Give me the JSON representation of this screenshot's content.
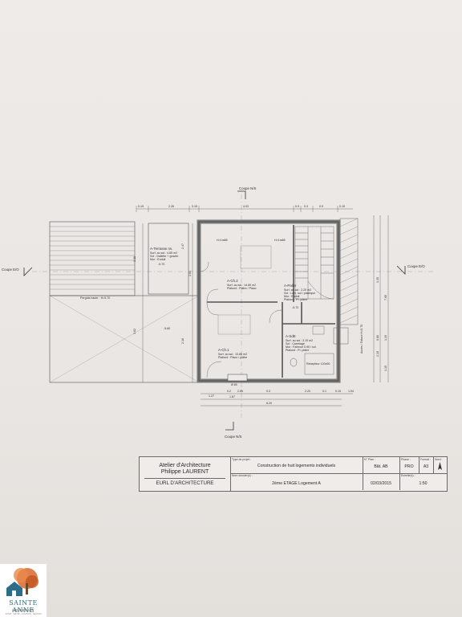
{
  "plan": {
    "section_marks": {
      "top": "Coupe N/S",
      "bottom": "Coupe N/S",
      "left": "Coupe E/O",
      "right": "Coupe E/O"
    },
    "rooms": [
      {
        "id": "terrasse",
        "name": "A-Terrasse ns.",
        "details": [
          "Surf. au sol : 4.85 m2",
          "Sol : Dallette + gravier",
          "Mur : Enduit"
        ]
      },
      {
        "id": "ch2",
        "name": "A-Ch.2",
        "details": [
          "Surf. au sol : 14.80 m2",
          "Plafond : Plâtre / Placo"
        ]
      },
      {
        "id": "ch1",
        "name": "A-Ch.1",
        "details": [
          "Surf. au sol : 13.80 m2",
          "Plafond : Placo / plâtre"
        ]
      },
      {
        "id": "palier",
        "name": "A-Palier",
        "details": [
          "Surf. au sol : 2.20 m2",
          "Sol : Lam. sol / plastique",
          "Mur : Enduit",
          "Plafond : Pl. plâtre"
        ]
      },
      {
        "id": "sdb",
        "name": "A-SdE",
        "details": [
          "Surf. au sol : 3.10 m2",
          "Sol : Carrelage",
          "Mur : Faïence 0.90 / sol",
          "Plafond : Pl. plâtre"
        ]
      }
    ],
    "labels": {
      "hsp1": "H=1m85",
      "hsp2": "H=1m85",
      "pergola": "Pergola haute · H=5.70",
      "level1": "-5.80",
      "level2": "-5.70",
      "level3": "-5.70",
      "level4": "-5.80",
      "acces": "Accès / Toiture H=5.70",
      "recepteur": "Récepteur 120x90",
      "door_code": "Ø 80"
    },
    "dims_top": [
      "0.15",
      "2.26",
      "0.15",
      "4.03",
      "0.9",
      "0.3",
      "0.9",
      "0.15"
    ],
    "dims_bottom_1": [
      "1.27",
      "0.2",
      "2.85",
      "0.3",
      "2.20",
      "0.1",
      "0.15",
      "1.04"
    ],
    "dims_bottom_2": [
      "1.67",
      "6.20"
    ],
    "dims_left": [
      "3.38",
      "3.82"
    ],
    "dims_inner": [
      "1.01",
      "2.47",
      "2.18"
    ],
    "dims_right": [
      "7.65",
      "3.35",
      "0.80",
      "1.10",
      "2.15",
      "1.15"
    ]
  },
  "titleblock": {
    "firm_line1": "Atelier d'Architecture",
    "firm_line2": "Philippe LAURENT",
    "firm_line3": "EURL D'ARCHITECTURE",
    "project_caption": "Type de projet :",
    "project": "Construction de huit logements individuels",
    "plan_name_caption": "Nom dossier(s) :",
    "plan_name": "2ème ETAGE Logement A",
    "plan_no_caption": "N° Plan :",
    "plan_no": "Bât. AB",
    "date": "02/03/2015",
    "phase_caption": "Phase :",
    "phase": "PRO",
    "format_caption": "Format :",
    "format": "A3",
    "north_caption": "Nord :",
    "scale_caption": "Échelle(s) :",
    "scale": "1:50"
  },
  "logo": {
    "brand": "SAINTE ANNE",
    "sub": "IMMOBILIER",
    "tag": "ACHAT · VENTE · LOCATION · GESTION"
  },
  "colors": {
    "paper": "#ece9e6",
    "line": "#3a3a3a",
    "wall": "#8d8d8d",
    "logo_blue": "#2c6d8a",
    "logo_orange": "#d9692e"
  }
}
